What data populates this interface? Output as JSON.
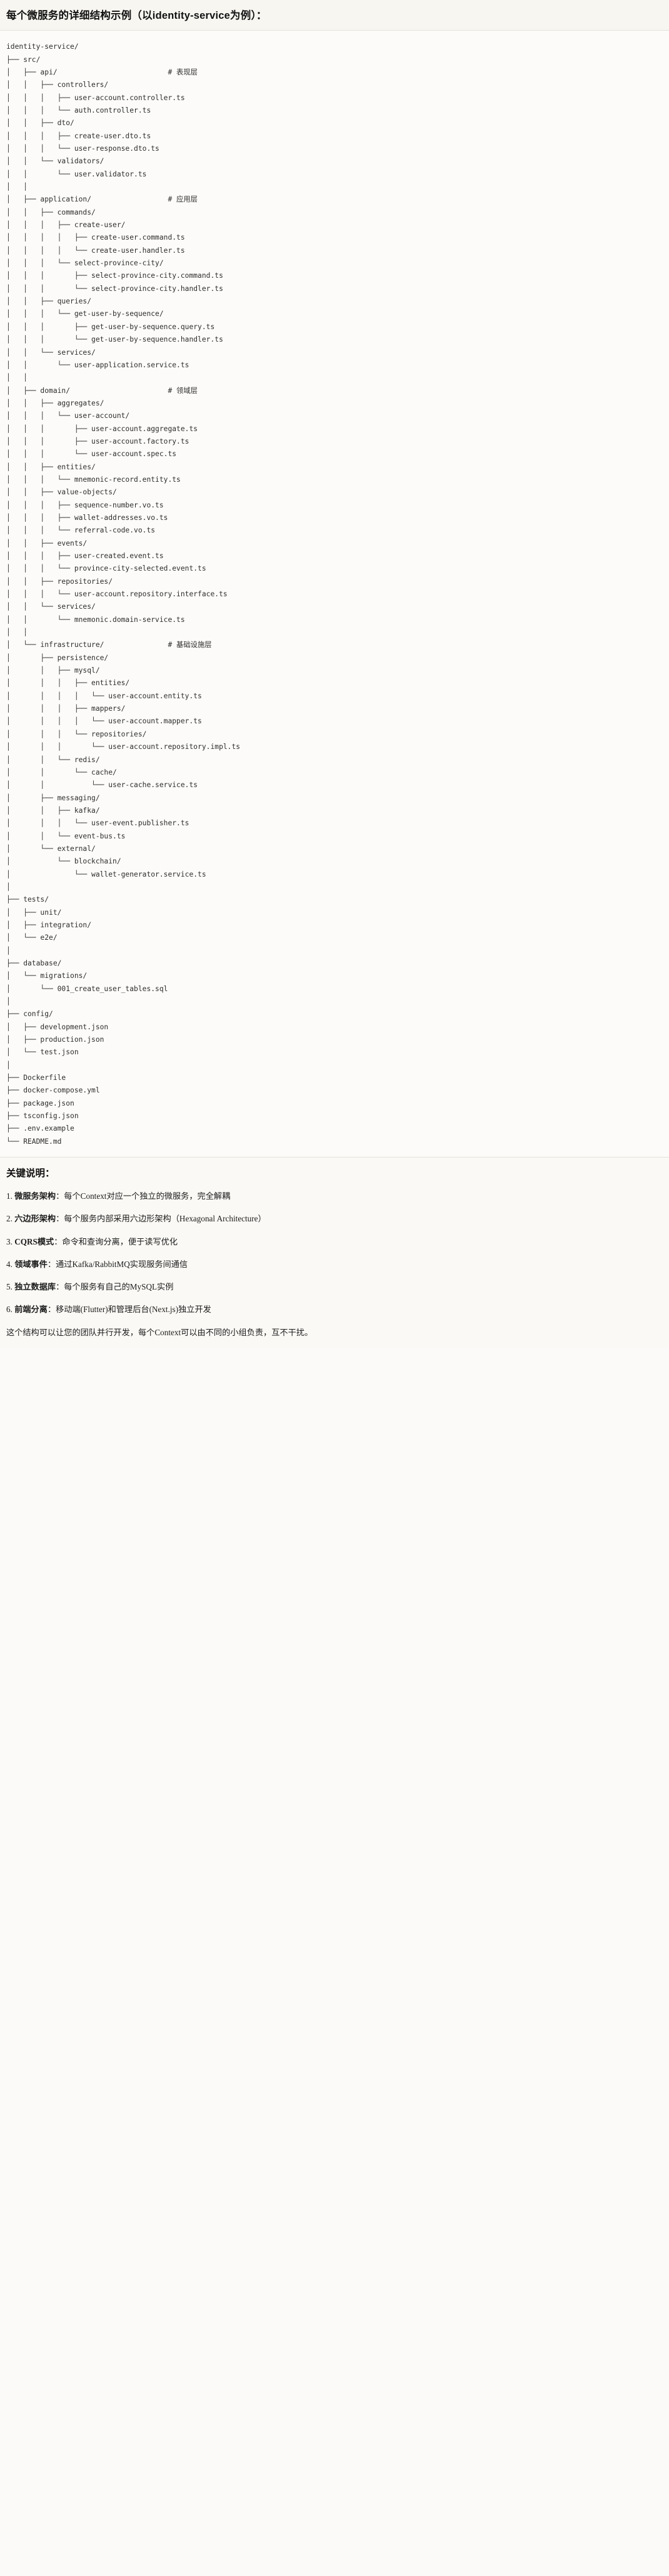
{
  "header": {
    "title": "每个微服务的详细结构示例（以identity-service为例）："
  },
  "tree": {
    "root": "identity-service/",
    "text": "identity-service/\n├── src/\n│   ├── api/                          # 表现层\n│   │   ├── controllers/\n│   │   │   ├── user-account.controller.ts\n│   │   │   └── auth.controller.ts\n│   │   ├── dto/\n│   │   │   ├── create-user.dto.ts\n│   │   │   └── user-response.dto.ts\n│   │   └── validators/\n│   │       └── user.validator.ts\n│   │\n│   ├── application/                  # 应用层\n│   │   ├── commands/\n│   │   │   ├── create-user/\n│   │   │   │   ├── create-user.command.ts\n│   │   │   │   └── create-user.handler.ts\n│   │   │   └── select-province-city/\n│   │   │       ├── select-province-city.command.ts\n│   │   │       └── select-province-city.handler.ts\n│   │   ├── queries/\n│   │   │   └── get-user-by-sequence/\n│   │   │       ├── get-user-by-sequence.query.ts\n│   │   │       └── get-user-by-sequence.handler.ts\n│   │   └── services/\n│   │       └── user-application.service.ts\n│   │\n│   ├── domain/                       # 领域层\n│   │   ├── aggregates/\n│   │   │   └── user-account/\n│   │   │       ├── user-account.aggregate.ts\n│   │   │       ├── user-account.factory.ts\n│   │   │       └── user-account.spec.ts\n│   │   ├── entities/\n│   │   │   └── mnemonic-record.entity.ts\n│   │   ├── value-objects/\n│   │   │   ├── sequence-number.vo.ts\n│   │   │   ├── wallet-addresses.vo.ts\n│   │   │   └── referral-code.vo.ts\n│   │   ├── events/\n│   │   │   ├── user-created.event.ts\n│   │   │   └── province-city-selected.event.ts\n│   │   ├── repositories/\n│   │   │   └── user-account.repository.interface.ts\n│   │   └── services/\n│   │       └── mnemonic.domain-service.ts\n│   │\n│   └── infrastructure/               # 基础设施层\n│       ├── persistence/\n│       │   ├── mysql/\n│       │   │   ├── entities/\n│       │   │   │   └── user-account.entity.ts\n│       │   │   ├── mappers/\n│       │   │   │   └── user-account.mapper.ts\n│       │   │   └── repositories/\n│       │   │       └── user-account.repository.impl.ts\n│       │   └── redis/\n│       │       └── cache/\n│       │           └── user-cache.service.ts\n│       ├── messaging/\n│       │   ├── kafka/\n│       │   │   └── user-event.publisher.ts\n│       │   └── event-bus.ts\n│       └── external/\n│           └── blockchain/\n│               └── wallet-generator.service.ts\n│\n├── tests/\n│   ├── unit/\n│   ├── integration/\n│   └── e2e/\n│\n├── database/\n│   └── migrations/\n│       └── 001_create_user_tables.sql\n│\n├── config/\n│   ├── development.json\n│   ├── production.json\n│   └── test.json\n│\n├── Dockerfile\n├── docker-compose.yml\n├── package.json\n├── tsconfig.json\n├── .env.example\n└── README.md",
    "layer_comments": [
      "# 表现层",
      "# 应用层",
      "# 领域层",
      "# 基础设施层"
    ],
    "files": [
      "user-account.controller.ts",
      "auth.controller.ts",
      "create-user.dto.ts",
      "user-response.dto.ts",
      "user.validator.ts",
      "create-user.command.ts",
      "create-user.handler.ts",
      "select-province-city.command.ts",
      "select-province-city.handler.ts",
      "get-user-by-sequence.query.ts",
      "get-user-by-sequence.handler.ts",
      "user-application.service.ts",
      "user-account.aggregate.ts",
      "user-account.factory.ts",
      "user-account.spec.ts",
      "mnemonic-record.entity.ts",
      "sequence-number.vo.ts",
      "wallet-addresses.vo.ts",
      "referral-code.vo.ts",
      "user-created.event.ts",
      "province-city-selected.event.ts",
      "user-account.repository.interface.ts",
      "mnemonic.domain-service.ts",
      "user-account.entity.ts",
      "user-account.mapper.ts",
      "user-account.repository.impl.ts",
      "user-cache.service.ts",
      "user-event.publisher.ts",
      "event-bus.ts",
      "wallet-generator.service.ts",
      "001_create_user_tables.sql",
      "development.json",
      "production.json",
      "test.json",
      "Dockerfile",
      "docker-compose.yml",
      "package.json",
      "tsconfig.json",
      ".env.example",
      "README.md"
    ],
    "directories": [
      "src/",
      "api/",
      "controllers/",
      "dto/",
      "validators/",
      "application/",
      "commands/",
      "create-user/",
      "select-province-city/",
      "queries/",
      "get-user-by-sequence/",
      "services/",
      "domain/",
      "aggregates/",
      "user-account/",
      "entities/",
      "value-objects/",
      "events/",
      "repositories/",
      "infrastructure/",
      "persistence/",
      "mysql/",
      "mappers/",
      "redis/",
      "cache/",
      "messaging/",
      "kafka/",
      "external/",
      "blockchain/",
      "tests/",
      "unit/",
      "integration/",
      "e2e/",
      "database/",
      "migrations/",
      "config/"
    ]
  },
  "notes": {
    "heading": "关键说明：",
    "items": [
      {
        "num": "1. ",
        "lead": "微服务架构",
        "body": "：每个Context对应一个独立的微服务，完全解耦"
      },
      {
        "num": "2. ",
        "lead": "六边形架构",
        "body": "：每个服务内部采用六边形架构（Hexagonal Architecture）"
      },
      {
        "num": "3. ",
        "lead": "CQRS模式",
        "body": "：命令和查询分离，便于读写优化"
      },
      {
        "num": "4. ",
        "lead": "领域事件",
        "body": "：通过Kafka/RabbitMQ实现服务间通信"
      },
      {
        "num": "5. ",
        "lead": "独立数据库",
        "body": "：每个服务有自己的MySQL实例"
      },
      {
        "num": "6. ",
        "lead": "前端分离",
        "body": "：移动端(Flutter)和管理后台(Next.js)独立开发"
      }
    ],
    "footer": "这个结构可以让您的团队并行开发，每个Context可以由不同的小组负责，互不干扰。"
  },
  "colors": {
    "page_bg": "#fbfaf8",
    "title_bg": "#f7f6f1",
    "tree_bg": "#fcfbf9",
    "notes_bg": "#faf9f5",
    "divider": "#e2e0da",
    "text": "#1a1a1a",
    "code_text": "#2d2d2d"
  }
}
